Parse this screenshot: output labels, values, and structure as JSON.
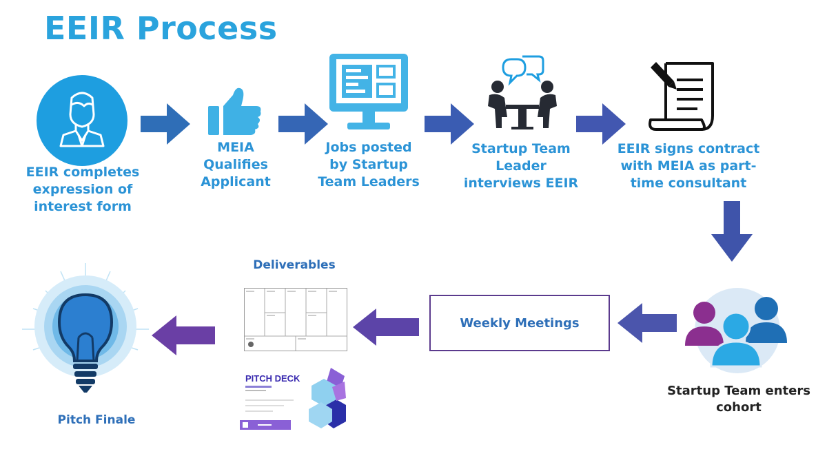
{
  "title": "EEIR Process",
  "steps": [
    {
      "lines": [
        "EEIR completes",
        "expression of",
        "interest form"
      ],
      "icon": "person-icon"
    },
    {
      "lines": [
        "MEIA",
        "Qualifies",
        "Applicant"
      ],
      "icon": "thumbs-up-icon"
    },
    {
      "lines": [
        "Jobs posted",
        "by Startup",
        "Team Leaders"
      ],
      "icon": "monitor-icon"
    },
    {
      "lines": [
        "Startup Team",
        "Leader",
        "interviews EEIR"
      ],
      "icon": "interview-icon"
    },
    {
      "lines": [
        "EEIR signs contract",
        "with MEIA as part-",
        "time consultant"
      ],
      "icon": "contract-icon"
    },
    {
      "lines": [
        "Startup Team enters",
        "cohort"
      ],
      "icon": "team-icon"
    }
  ],
  "weekly_meetings": "Weekly Meetings",
  "deliverables": {
    "heading": "Deliverables",
    "pitch_deck_title": "PITCH DECK"
  },
  "pitch_finale": "Pitch Finale",
  "colors": {
    "accent": "#2aa3dd",
    "arrow_blue": "#3a4fa8",
    "arrow_purple": "#6a3fa5",
    "team_purple": "#8b2f8f",
    "team_blue": "#1f6fb5"
  }
}
